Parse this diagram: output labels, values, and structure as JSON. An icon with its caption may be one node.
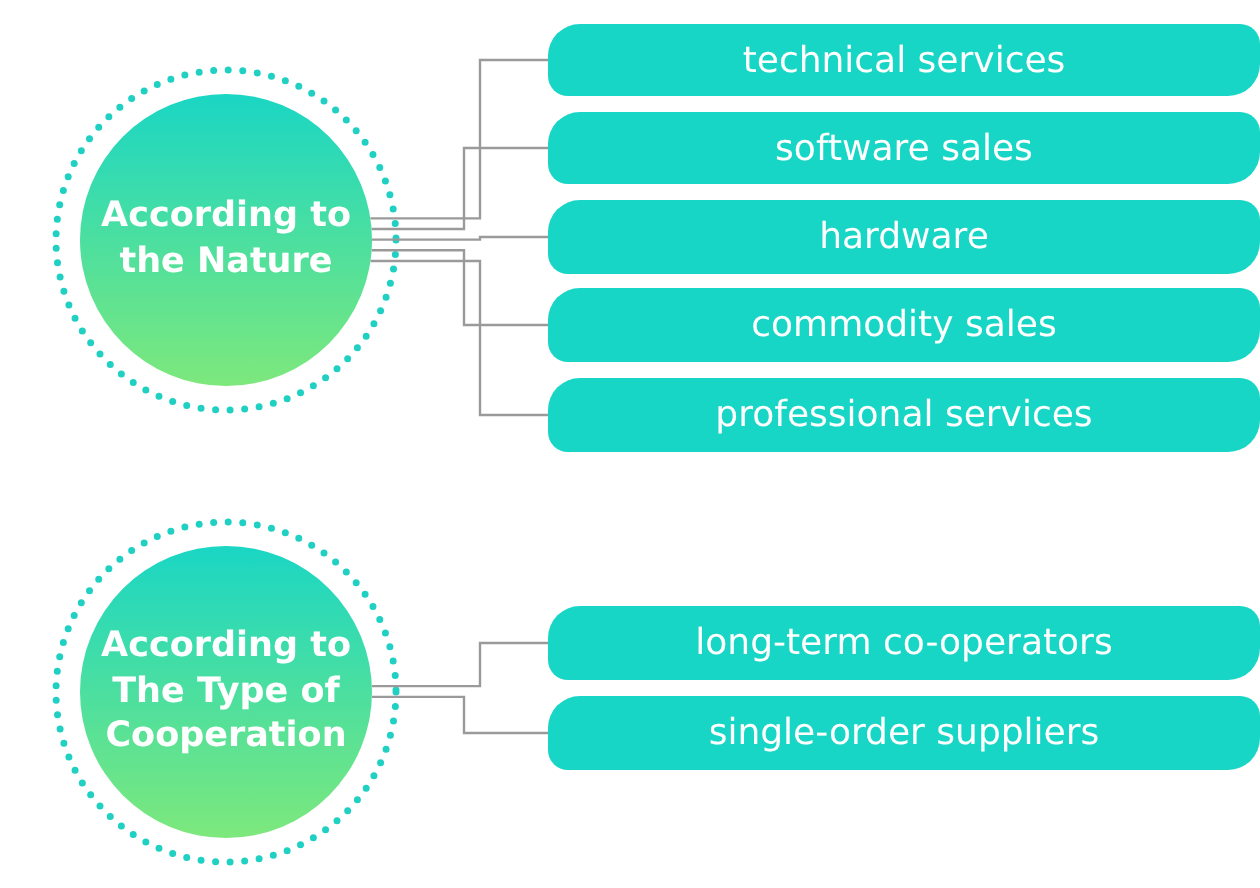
{
  "diagram": {
    "nodes": [
      {
        "text": [
          "According to the Nature"
        ]
      },
      {
        "text": [
          "technical services"
        ]
      },
      {
        "text": [
          "software sales"
        ]
      },
      {
        "text": [
          "hardware"
        ]
      },
      {
        "text": [
          "commodity sales"
        ]
      },
      {
        "text": [
          "professional services"
        ]
      },
      {
        "text": [
          "According to The Type of Cooperation"
        ]
      },
      {
        "text": [
          "long-term co-operators"
        ]
      },
      {
        "text": [
          "single-order suppliers"
        ]
      }
    ],
    "edges": [
      {
        "from": 0,
        "to": 1,
        "arrow": "none"
      },
      {
        "from": 0,
        "to": 2,
        "arrow": "none"
      },
      {
        "from": 0,
        "to": 3,
        "arrow": "none"
      },
      {
        "from": 0,
        "to": 4,
        "arrow": "none"
      },
      {
        "from": 0,
        "to": 5,
        "arrow": "none"
      },
      {
        "from": 6,
        "to": 7,
        "arrow": "none"
      },
      {
        "from": 6,
        "to": 8,
        "arrow": "none"
      }
    ]
  }
}
